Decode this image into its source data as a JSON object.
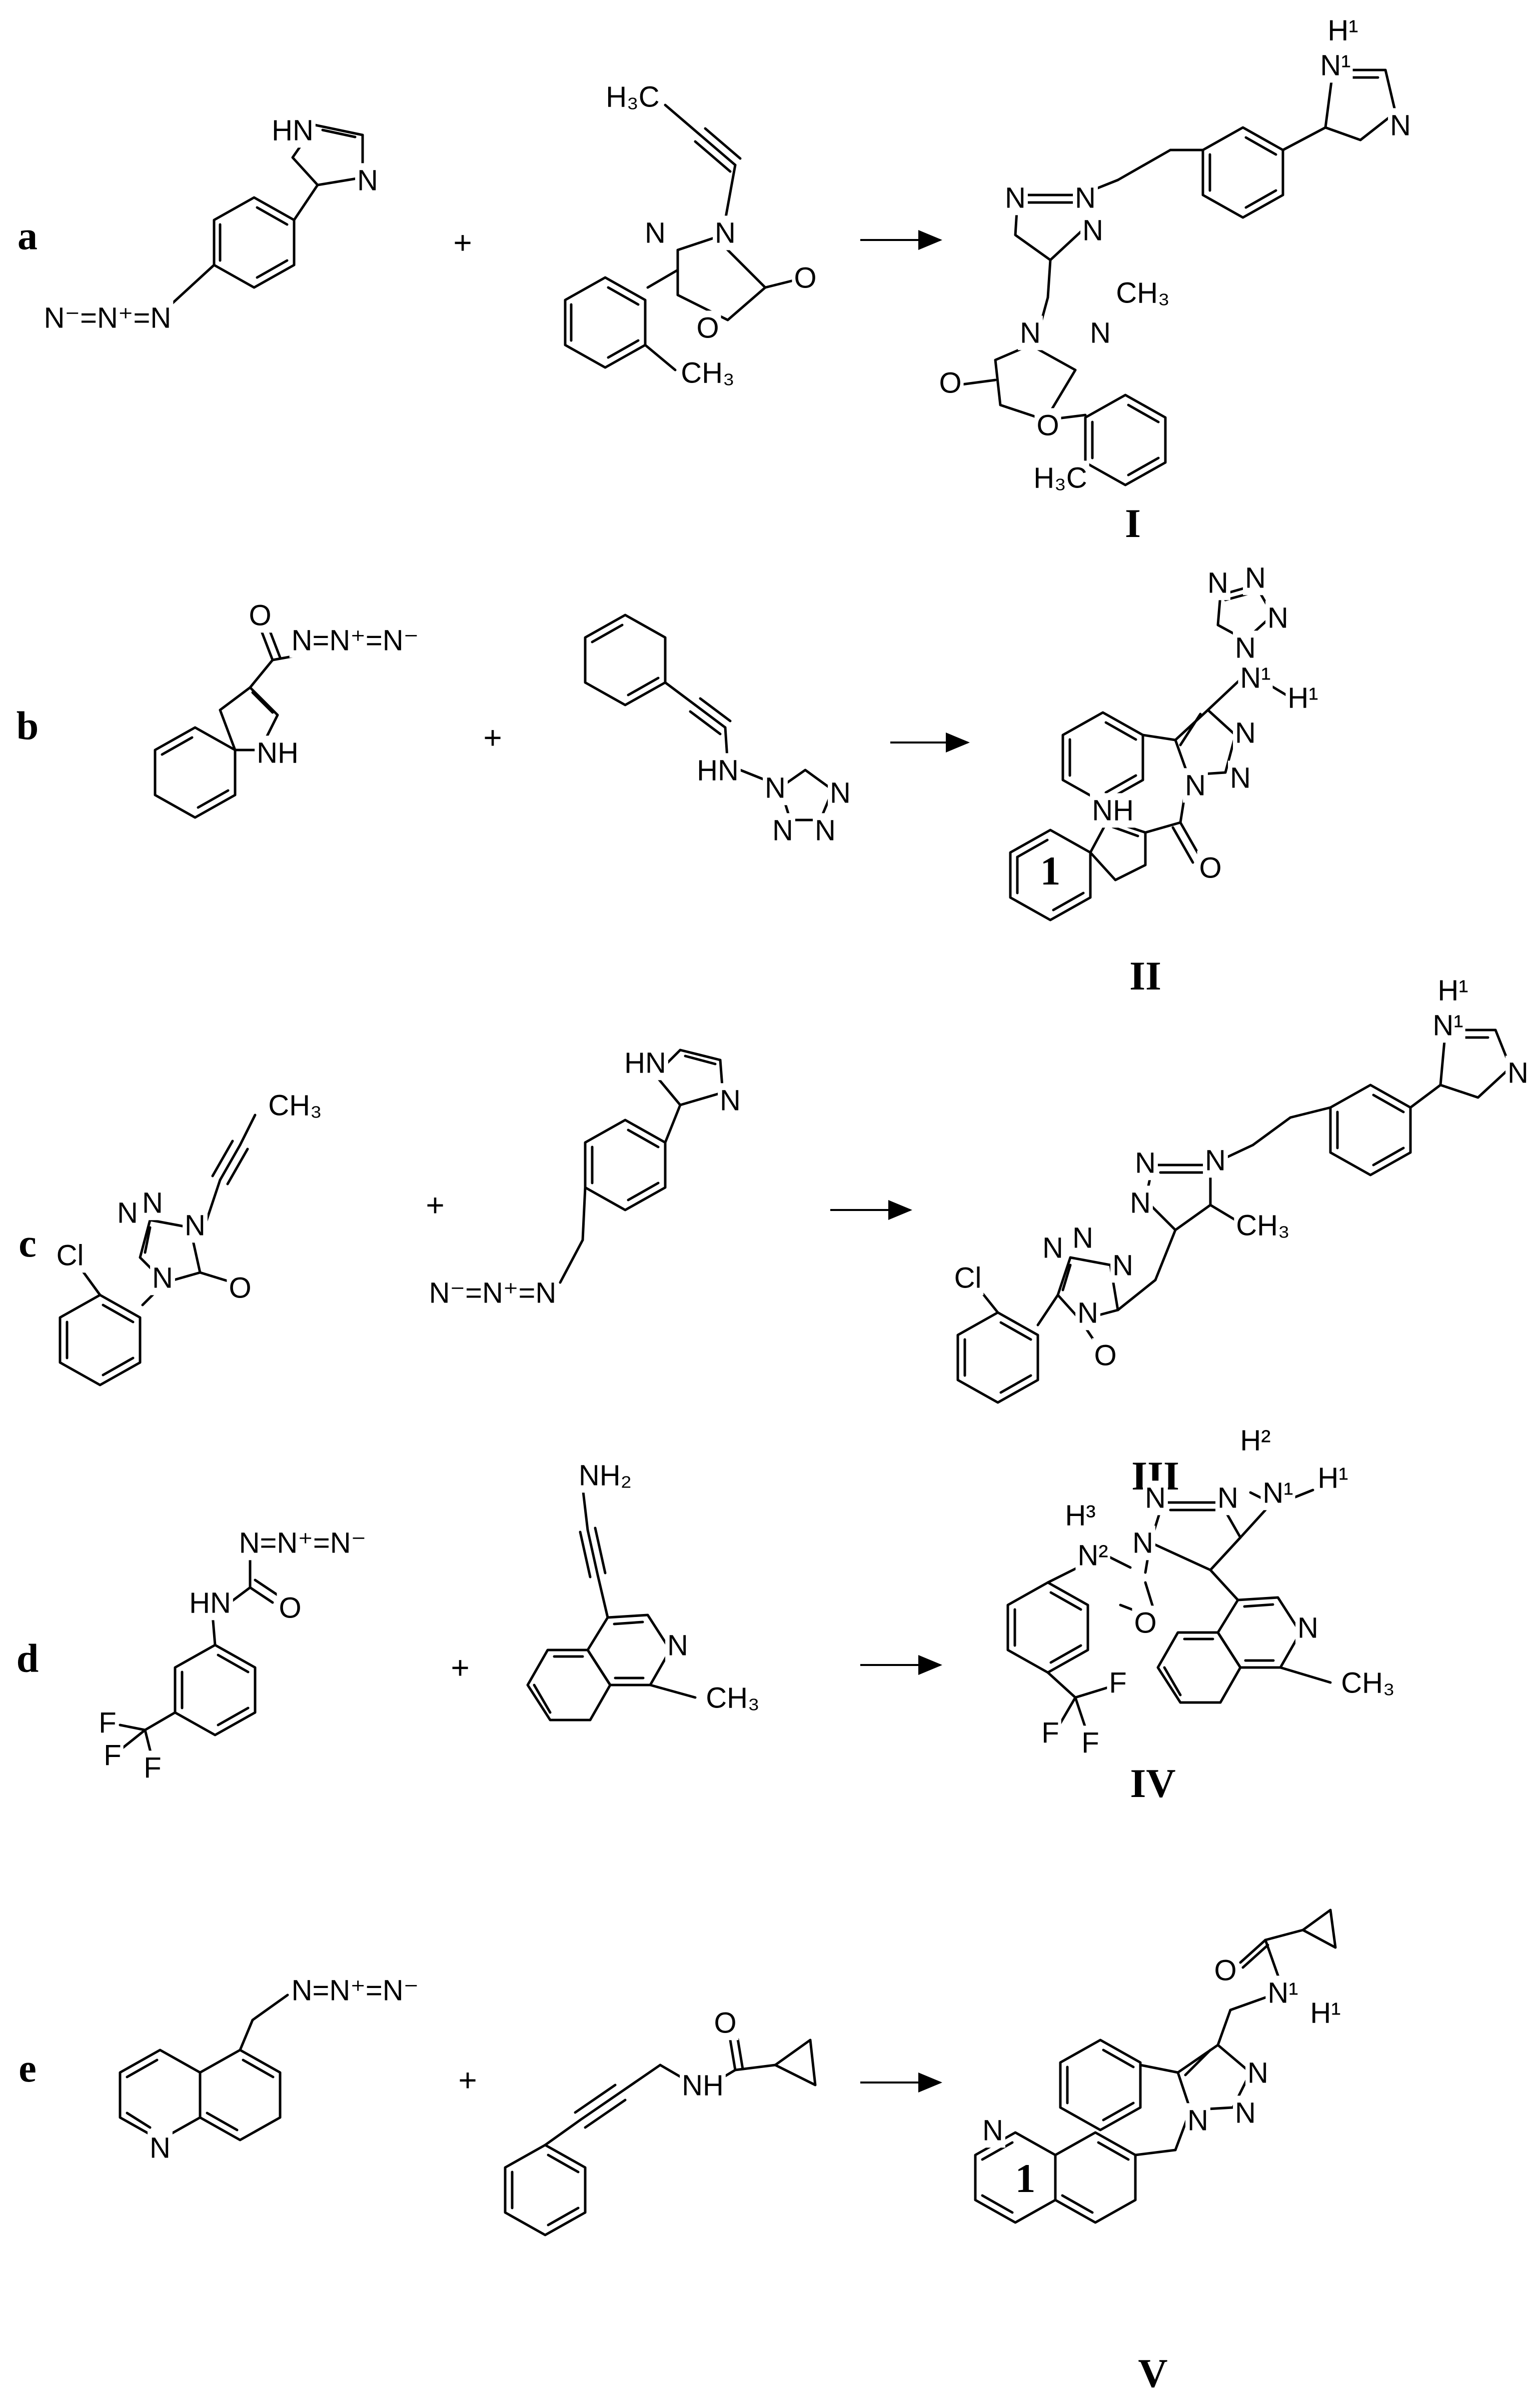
{
  "reactions": [
    {
      "label": "a",
      "plus": "+",
      "product_label": "I",
      "reactant1_atoms": [
        "HN",
        "N",
        "N⁻=N⁺=N"
      ],
      "reactant2_atoms": [
        "H₃C",
        "N",
        "N",
        "O",
        "O",
        "CH₃"
      ],
      "product_atoms": [
        "H¹",
        "N¹",
        "N",
        "N",
        "N",
        "N",
        "CH₃",
        "N",
        "N",
        "O",
        "O",
        "H₃C"
      ]
    },
    {
      "label": "b",
      "plus": "+",
      "product_label": "II",
      "reactant1_atoms": [
        "O",
        "N=N⁺=N⁻",
        "NH"
      ],
      "reactant2_atoms": [
        "HN",
        "N",
        "N",
        "N",
        "N"
      ],
      "product_atoms": [
        "N",
        "N",
        "N",
        "N",
        "N¹",
        "H¹",
        "N",
        "N",
        "N",
        "NH",
        "1",
        "O"
      ]
    },
    {
      "label": "c",
      "plus": "+",
      "product_label": "III",
      "reactant1_atoms": [
        "CH₃",
        "N",
        "N",
        "N",
        "N",
        "O",
        "Cl"
      ],
      "reactant2_atoms": [
        "HN",
        "N",
        "N⁻=N⁺=N"
      ],
      "product_atoms": [
        "H¹",
        "N¹",
        "N",
        "N",
        "N",
        "N",
        "CH₃",
        "N",
        "N",
        "N",
        "N",
        "O",
        "Cl"
      ]
    },
    {
      "label": "d",
      "plus": "+",
      "product_label": "IV",
      "reactant1_atoms": [
        "N=N⁺=N⁻",
        "HN",
        "O",
        "F",
        "F",
        "F"
      ],
      "reactant2_atoms": [
        "NH₂",
        "N",
        "CH₃"
      ],
      "product_atoms": [
        "H²",
        "N¹",
        "H¹",
        "N",
        "N",
        "N",
        "H³",
        "N²",
        "O",
        "N",
        "CH₃",
        "F",
        "F",
        "F"
      ]
    },
    {
      "label": "e",
      "plus": "+",
      "product_label": "V",
      "reactant1_atoms": [
        "N=N⁺=N⁻",
        "N"
      ],
      "reactant2_atoms": [
        "O",
        "NH"
      ],
      "product_atoms": [
        "O",
        "N¹",
        "H¹",
        "N",
        "N",
        "N",
        "N",
        "1"
      ]
    }
  ]
}
